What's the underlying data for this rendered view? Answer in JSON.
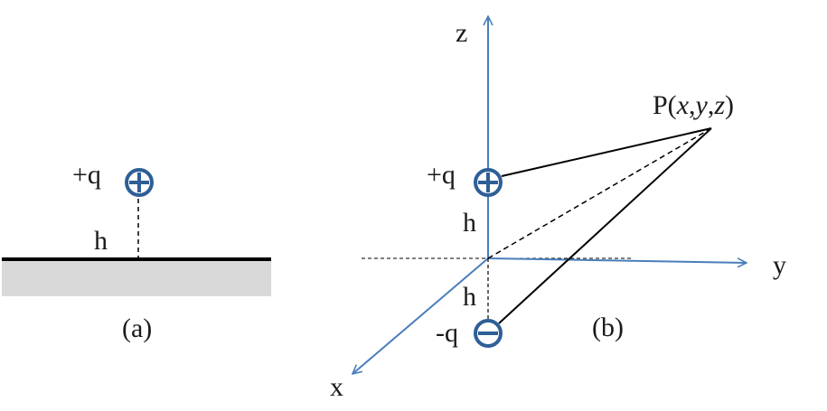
{
  "colors": {
    "axis": "#4a7ebb",
    "charge": "#2e5f96",
    "line": "#000000",
    "plane_fill": "#d9d9d9"
  },
  "panel_a": {
    "charge_label": "+q",
    "height_label": "h",
    "caption": "(a)"
  },
  "panel_b": {
    "axis_z": "z",
    "axis_y": "y",
    "axis_x": "x",
    "charge_pos_label": "+q",
    "charge_neg_label": "-q",
    "height_upper": "h",
    "height_lower": "h",
    "point_name": "P(",
    "point_x": "x",
    "point_comma1": ",",
    "point_y": "y",
    "point_comma2": ",",
    "point_z": "z",
    "point_close": ")",
    "caption": "(b)"
  }
}
